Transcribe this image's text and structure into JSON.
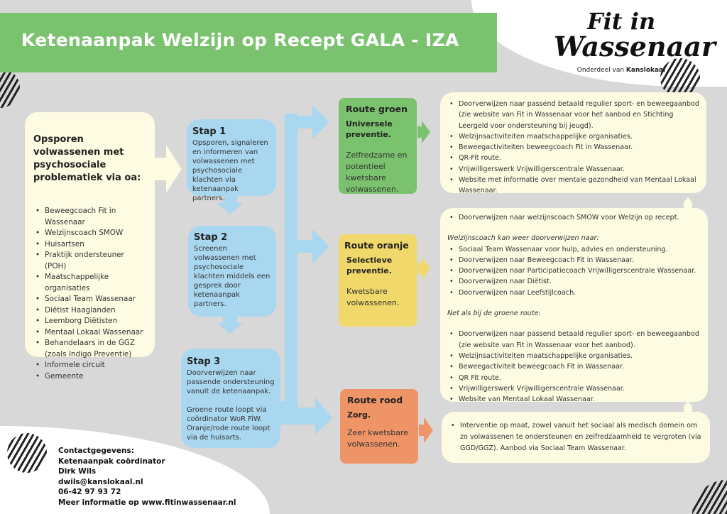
{
  "title": "Ketenaanpak Welzijn op Recept GALA - IZA",
  "logo": {
    "line1": "Fit in",
    "line2": "Wassenaar",
    "sub_prefix": "Onderdeel van",
    "sub_brand": "Kanslokaal"
  },
  "left_box": {
    "heading": "Opsporen volwassenen met psychosociale problematiek via oa:",
    "items": [
      "Beweegcoach Fit in Wassenaar",
      "Welzijnscoach SMOW",
      "Huisartsen",
      "Praktijk ondersteuner (POH)",
      "Maatschappelijke organisaties",
      "Sociaal Team Wassenaar",
      "Diëtist Haaglanden",
      "Leemborg Diëtisten",
      "Mentaal Lokaal Wassenaar",
      "Behandelaars in de GGZ (zoals Indigo Preventie)",
      "Informele circuit",
      "Gemeente"
    ]
  },
  "steps": [
    {
      "title": "Stap 1",
      "text": "Opsporen, signaleren en informeren van volwassenen met psychosociale klachten via ketenaanpak partners."
    },
    {
      "title": "Stap 2",
      "text": "Screenen volwassenen met psychosociale klachten middels een gesprek door ketenaanpak partners."
    },
    {
      "title": "Stap 3",
      "text": "Doorverwijzen naar passende ondersteuning vanuit de ketenaanpak.",
      "text2": "Groene route loopt via coördinator WoR FiW. Oranje/rode route loopt via de huisarts."
    }
  ],
  "routes": [
    {
      "title": "Route groen",
      "sub": "Universele preventie.",
      "desc": "Zelfredzame en potentieel kwetsbare volwassenen.",
      "color": "#7bc26f"
    },
    {
      "title": "Route oranje",
      "sub": "Selectieve preventie.",
      "desc": "Kwetsbare volwassenen.",
      "color": "#f0d96a"
    },
    {
      "title": "Route rood",
      "sub": "Zorg.",
      "desc": "Zeer kwetsbare volwassenen.",
      "color": "#ee9466"
    }
  ],
  "green_box": {
    "items": [
      "Doorverwijzen naar passend betaald regulier sport- en beweegaanbod (zie website van Fit in Wassenaar voor het aanbod en Stichting Leergeld voor ondersteuning bij jeugd).",
      "Welzijnsactiviteiten maatschappelijke organisaties.",
      "Beweegactiviteiten beweegcoach Fit in Wassenaar.",
      "QR-Fit route.",
      "Vrijwilligerswerk Vrijwilligerscentrale Wassenaar.",
      "Website met informatie over mentale gezondheid van Mentaal Lokaal Wassenaar."
    ]
  },
  "orange_box": {
    "first": "Doorverwijzen naar welzijnscoach SMOW voor Welzijn op recept.",
    "intro1": "Welzijnscoach kan weer doorverwijzen naar:",
    "items1": [
      "Sociaal Team Wassenaar voor hulp, advies en ondersteuning.",
      "Doorverwijzen naar Beweegcoach Fit in Wassenaar.",
      "Doorverwijzen naar Participatiecoach Vrijwilligerscentrale Wassenaar.",
      "Doorverwijzen naar Diëtist.",
      "Doorverwijzen naar Leefstijlcoach."
    ],
    "intro2": "Net als bij de groene route:",
    "items2": [
      "Doorverwijzen naar passend betaald regulier sport- en beweegaanbod (zie website van Fit in Wassenaar voor het aanbod).",
      "Welzijnsactiviteiten maatschappelijke organisaties.",
      "Beweegactiviteit beweegcoach Fit in Wassenaar.",
      "QR Fit route.",
      "Vrijwilligerswerk Vrijwilligerscentrale Wassenaar.",
      "Website van Mentaal Lokaal Wassenaar."
    ]
  },
  "red_box": {
    "items": [
      "Interventie op maat, zowel vanuit het sociaal als medisch domein om zo volwassenen te ondersteunen en zelfredzaamheid te vergroten (via GGD/GGZ). Aanbod via Sociaal Team Wassenaar."
    ]
  },
  "contact": [
    "Contactgegevens:",
    "Ketenaanpak coördinator",
    "Dirk Wils",
    "dwils@kanslokaal.nl",
    "06-42 97 93 72",
    "Meer informatie op www.fitinwassenaar.nl"
  ]
}
